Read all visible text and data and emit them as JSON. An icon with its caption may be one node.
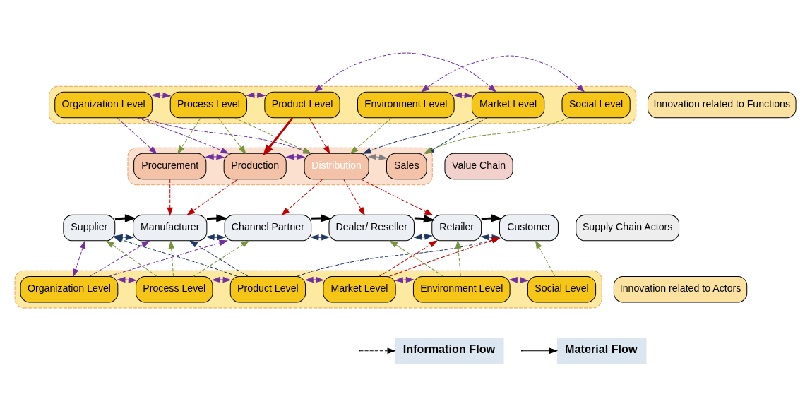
{
  "diagram": {
    "nodes": [
      {
        "text": [],
        "shape": "band"
      },
      {
        "text": [
          "Organization Level"
        ],
        "in": 0
      },
      {
        "text": [
          "Process Level"
        ],
        "in": 0
      },
      {
        "text": [
          "Product Level"
        ],
        "in": 0
      },
      {
        "text": [
          "Market Level"
        ],
        "in": 0
      },
      {
        "text": [
          "Environment Level"
        ],
        "in": 0
      },
      {
        "text": [
          "Social Level"
        ],
        "in": 0
      },
      {
        "text": [],
        "shape": "band"
      },
      {
        "text": [
          "Procurement"
        ],
        "in": 7
      },
      {
        "text": [
          "Production"
        ],
        "in": 7
      },
      {
        "text": [
          "Distribution"
        ],
        "in": 7
      },
      {
        "text": [
          "Sales"
        ],
        "in": 7
      },
      {
        "text": [
          "Supplier"
        ]
      },
      {
        "text": [
          "Manufacturer"
        ]
      },
      {
        "text": [
          "Channel Partner"
        ]
      },
      {
        "text": [
          "Dealer/ Reseller"
        ]
      },
      {
        "text": [
          "Retailer"
        ]
      },
      {
        "text": [
          "Customer"
        ]
      },
      {
        "text": [],
        "shape": "band"
      },
      {
        "text": [
          "Organization Level"
        ],
        "in": 18
      },
      {
        "text": [
          "Process Level"
        ],
        "in": 18
      },
      {
        "text": [
          "Product Level"
        ],
        "in": 18
      },
      {
        "text": [
          "Market Level"
        ],
        "in": 18
      },
      {
        "text": [
          "Environment Level"
        ],
        "in": 18
      },
      {
        "text": [
          "Social Level"
        ],
        "in": 18
      },
      {
        "text": [
          "Innovation related to Functions"
        ]
      },
      {
        "text": [
          "Value Chain"
        ]
      },
      {
        "text": [
          "Supply Chain Actors"
        ]
      },
      {
        "text": [
          "Innovation related to Actors"
        ]
      }
    ],
    "edges": [
      {
        "from": 1,
        "to": 2,
        "arrow": "both",
        "style": "dashed",
        "color": "#7030a0"
      },
      {
        "from": 2,
        "to": 3,
        "arrow": "both",
        "style": "dashed",
        "color": "#7030a0"
      },
      {
        "from": 3,
        "to": 4,
        "arrow": "both",
        "style": "dashed",
        "color": "#7030a0"
      },
      {
        "from": 4,
        "to": 5,
        "arrow": "both",
        "style": "dashed",
        "color": "#7030a0"
      },
      {
        "from": 5,
        "to": 6,
        "arrow": "both",
        "style": "dashed",
        "color": "#7030a0"
      },
      {
        "from": 1,
        "to": 8,
        "arrow": "to",
        "style": "dashed",
        "color": "#7030a0"
      },
      {
        "from": 1,
        "to": 9,
        "arrow": "to",
        "style": "dashed",
        "color": "#7030a0"
      },
      {
        "from": 1,
        "to": 10,
        "arrow": "to",
        "style": "dashed",
        "color": "#7030a0"
      },
      {
        "from": 2,
        "to": 8,
        "arrow": "to",
        "style": "dashed",
        "color": "#77933c"
      },
      {
        "from": 2,
        "to": 9,
        "arrow": "to",
        "style": "dashed",
        "color": "#77933c"
      },
      {
        "from": 2,
        "to": 10,
        "arrow": "to",
        "style": "dashed",
        "color": "#77933c"
      },
      {
        "from": 3,
        "to": 9,
        "arrow": "to",
        "style": "thick",
        "color": "#c00000"
      },
      {
        "from": 3,
        "to": 10,
        "arrow": "to",
        "style": "dashed",
        "color": "#c00000"
      },
      {
        "from": 4,
        "to": 10,
        "arrow": "to",
        "style": "dashed",
        "color": "#1f3864"
      },
      {
        "from": 4,
        "to": 11,
        "arrow": "to",
        "style": "dashed",
        "color": "#1f3864"
      },
      {
        "from": 5,
        "to": 10,
        "arrow": "to",
        "style": "dashed",
        "color": "#77933c"
      },
      {
        "from": 6,
        "to": 11,
        "arrow": "to",
        "style": "dashed",
        "color": "#77933c"
      },
      {
        "from": 8,
        "to": 9,
        "arrow": "both",
        "style": "dashed",
        "color": "#7030a0"
      },
      {
        "from": 9,
        "to": 10,
        "arrow": "both",
        "style": "dashed",
        "color": "#7030a0"
      },
      {
        "from": 10,
        "to": 11,
        "arrow": "both",
        "style": "dashed",
        "color": "#7f7f7f"
      },
      {
        "from": 8,
        "to": 13,
        "arrow": "to",
        "style": "dashed",
        "color": "#c00000"
      },
      {
        "from": 9,
        "to": 13,
        "arrow": "to",
        "style": "dashed",
        "color": "#c00000"
      },
      {
        "from": 10,
        "to": 14,
        "arrow": "to",
        "style": "dashed",
        "color": "#c00000"
      },
      {
        "from": 10,
        "to": 15,
        "arrow": "to",
        "style": "dashed",
        "color": "#c00000"
      },
      {
        "from": 10,
        "to": 16,
        "arrow": "to",
        "style": "dashed",
        "color": "#c00000"
      },
      {
        "from": 12,
        "to": 13,
        "arrow": "both",
        "style": "dashed",
        "color": "#1f3864"
      },
      {
        "from": 13,
        "to": 14,
        "arrow": "both",
        "style": "dashed",
        "color": "#1f3864"
      },
      {
        "from": 14,
        "to": 15,
        "arrow": "both",
        "style": "dashed",
        "color": "#1f3864"
      },
      {
        "from": 15,
        "to": 16,
        "arrow": "both",
        "style": "dashed",
        "color": "#1f3864"
      },
      {
        "from": 16,
        "to": 17,
        "arrow": "both",
        "style": "dashed",
        "color": "#1f3864"
      },
      {
        "from": 12,
        "to": 13,
        "arrow": "to",
        "style": "thick",
        "color": "#000000"
      },
      {
        "from": 13,
        "to": 14,
        "arrow": "to",
        "style": "thick",
        "color": "#000000"
      },
      {
        "from": 14,
        "to": 15,
        "arrow": "to",
        "style": "thick",
        "color": "#000000"
      },
      {
        "from": 15,
        "to": 16,
        "arrow": "to",
        "style": "thick",
        "color": "#000000"
      },
      {
        "from": 16,
        "to": 17,
        "arrow": "to",
        "style": "thick",
        "color": "#000000"
      },
      {
        "from": 19,
        "to": 20,
        "arrow": "both",
        "style": "dashed",
        "color": "#7030a0"
      },
      {
        "from": 20,
        "to": 21,
        "arrow": "both",
        "style": "dashed",
        "color": "#7030a0"
      },
      {
        "from": 21,
        "to": 22,
        "arrow": "both",
        "style": "dashed",
        "color": "#7030a0"
      },
      {
        "from": 22,
        "to": 23,
        "arrow": "both",
        "style": "dashed",
        "color": "#7030a0"
      },
      {
        "from": 23,
        "to": 24,
        "arrow": "both",
        "style": "dashed",
        "color": "#7030a0"
      },
      {
        "from": 19,
        "to": 12,
        "arrow": "both",
        "style": "dashed",
        "color": "#7030a0"
      },
      {
        "from": 19,
        "to": 13,
        "arrow": "to",
        "style": "dashed",
        "color": "#7030a0"
      },
      {
        "from": 19,
        "to": 14,
        "arrow": "to",
        "style": "dashed",
        "color": "#7030a0"
      },
      {
        "from": 20,
        "to": 12,
        "arrow": "to",
        "style": "dashed",
        "color": "#77933c"
      },
      {
        "from": 20,
        "to": 13,
        "arrow": "to",
        "style": "dashed",
        "color": "#77933c"
      },
      {
        "from": 20,
        "to": 14,
        "arrow": "to",
        "style": "dashed",
        "color": "#77933c"
      },
      {
        "from": 21,
        "to": 12,
        "arrow": "to",
        "style": "dashed",
        "color": "#1f3864"
      },
      {
        "from": 21,
        "to": 13,
        "arrow": "to",
        "style": "dashed",
        "color": "#1f3864"
      },
      {
        "from": 21,
        "to": 17,
        "arrow": "to",
        "style": "dashed",
        "color": "#1f3864"
      },
      {
        "from": 22,
        "to": 16,
        "arrow": "to",
        "style": "dashed",
        "color": "#c00000"
      },
      {
        "from": 22,
        "to": 17,
        "arrow": "to",
        "style": "dashed",
        "color": "#c00000"
      },
      {
        "from": 23,
        "to": 15,
        "arrow": "to",
        "style": "dashed",
        "color": "#77933c"
      },
      {
        "from": 23,
        "to": 16,
        "arrow": "to",
        "style": "dashed",
        "color": "#77933c"
      },
      {
        "from": 24,
        "to": 17,
        "arrow": "to",
        "style": "dashed",
        "color": "#77933c"
      }
    ],
    "legend": [
      {
        "text": "Information Flow"
      },
      {
        "text": "Material Flow"
      }
    ]
  }
}
